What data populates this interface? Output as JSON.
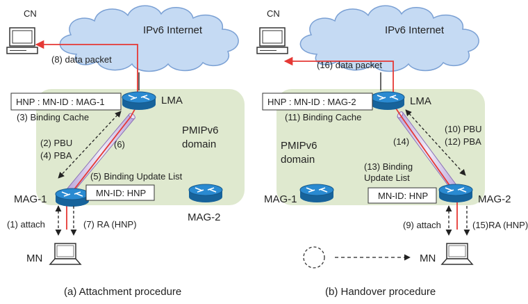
{
  "colors": {
    "domain_fill": "#dfe9cf",
    "cloud_fill": "#c5daf3",
    "cloud_stroke": "#7aa0d4",
    "router_fill": "#1f7fc4",
    "data_path": "#e53935",
    "tunnel": "#d9cdea"
  },
  "left": {
    "cn_label": "CN",
    "internet_label": "IPv6 Internet",
    "data_packet_label": "(8) data packet",
    "lma_label": "LMA",
    "binding_cache_entry": "HNP : MN-ID : MAG-1",
    "binding_cache_label": "(3) Binding Cache",
    "pbu_label": "(2) PBU",
    "pba_label": "(4) PBA",
    "tunnel_label": "(6)",
    "domain_line1": "PMIPv6",
    "domain_line2": "domain",
    "bul_label": "(5) Binding Update List",
    "bul_entry": "MN-ID: HNP",
    "mag1_label": "MAG-1",
    "mag2_label": "MAG-2",
    "attach_label": "(1) attach",
    "ra_label": "(7) RA (HNP)",
    "mn_label": "MN",
    "caption": "(a) Attachment procedure"
  },
  "right": {
    "cn_label": "CN",
    "internet_label": "IPv6 Internet",
    "data_packet_label": "(16) data packet",
    "lma_label": "LMA",
    "binding_cache_entry": "HNP : MN-ID : MAG-2",
    "binding_cache_label": "(11) Binding Cache",
    "pbu_label": "(10) PBU",
    "pba_label": "(12) PBA",
    "tunnel_label": "(14)",
    "domain_line1": "PMIPv6",
    "domain_line2": "domain",
    "bul_line1": "(13) Binding",
    "bul_line2": "Update List",
    "bul_entry": "MN-ID: HNP",
    "mag1_label": "MAG-1",
    "mag2_label": "MAG-2",
    "attach_label": "(9) attach",
    "ra_label": "(15)RA (HNP)",
    "mn_label": "MN",
    "caption": "(b) Handover procedure"
  }
}
